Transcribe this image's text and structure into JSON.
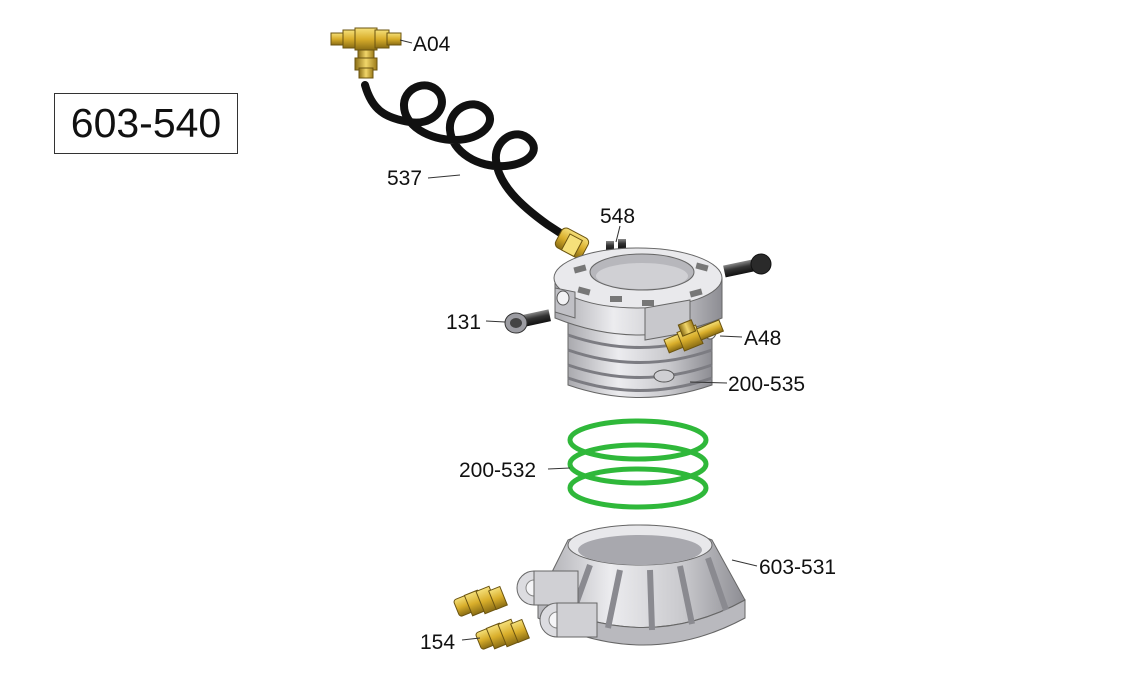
{
  "assembly_number": "603-540",
  "callouts": {
    "a04": "A04",
    "p537": "537",
    "p548": "548",
    "p131": "131",
    "a48": "A48",
    "p200_535": "200-535",
    "p200_532": "200-532",
    "p603_531": "603-531",
    "p154": "154"
  },
  "colors": {
    "brass": "#e0b93a",
    "brass_dark": "#8a6d14",
    "aluminum": "#d8d8dc",
    "aluminum_dark": "#8f8f95",
    "oring": "#2fb83a",
    "tube": "#111111",
    "line": "#222222"
  }
}
